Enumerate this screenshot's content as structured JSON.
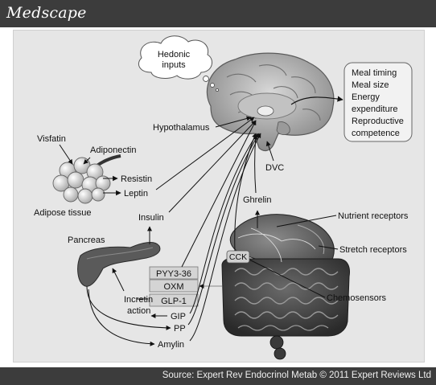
{
  "header": {
    "brand": "Medscape"
  },
  "footer": {
    "source": "Source: Expert Rev Endocrinol Metab © 2011 Expert Reviews Ltd"
  },
  "diagram": {
    "hedonic_line1": "Hedonic",
    "hedonic_line2": "inputs",
    "outputs": [
      "Meal timing",
      "Meal size",
      "Energy",
      "expenditure",
      "Reproductive",
      "competence"
    ],
    "hypothalamus": "Hypothalamus",
    "dvc": "DVC",
    "visfatin": "Visfatin",
    "adiponectin": "Adiponectin",
    "resistin": "Resistin",
    "leptin": "Leptin",
    "adipose": "Adipose tissue",
    "insulin": "Insulin",
    "pancreas": "Pancreas",
    "ghrelin": "Ghrelin",
    "nutrient": "Nutrient receptors",
    "stretch": "Stretch receptors",
    "cck": "CCK",
    "chemosensors": "Chemosensors",
    "pyy": "PYY3-36",
    "oxm": "OXM",
    "glp1": "GLP-1",
    "incretin_line1": "Incretin",
    "incretin_line2": "action",
    "gip": "GIP",
    "pp": "PP",
    "amylin": "Amylin"
  }
}
